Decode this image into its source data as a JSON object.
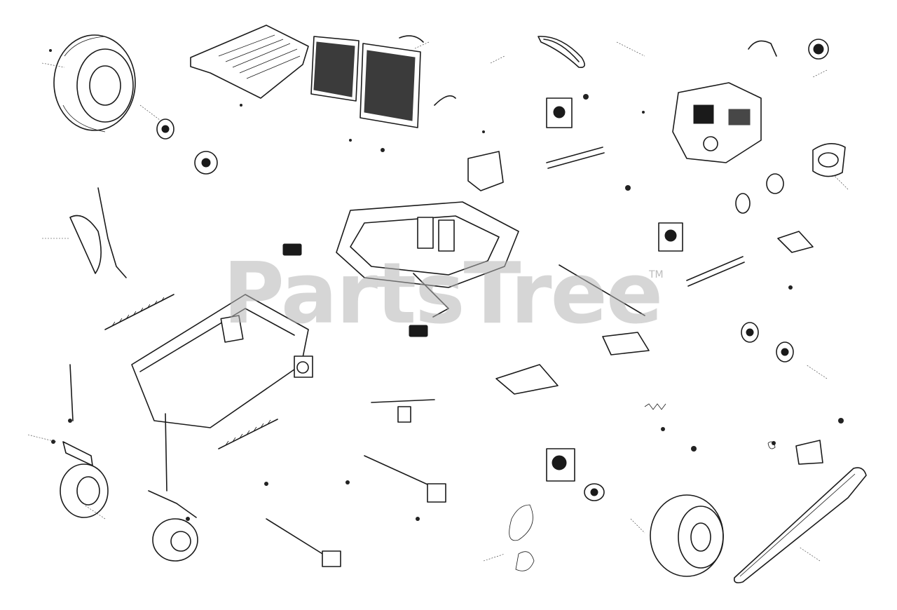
{
  "watermark": {
    "text": "PartsTree",
    "trademark": "TM",
    "color": "#b4b4b4"
  },
  "drawing": {
    "style": "exploded parts diagram",
    "line_color": "#1a1a1a",
    "background": "#ffffff"
  }
}
